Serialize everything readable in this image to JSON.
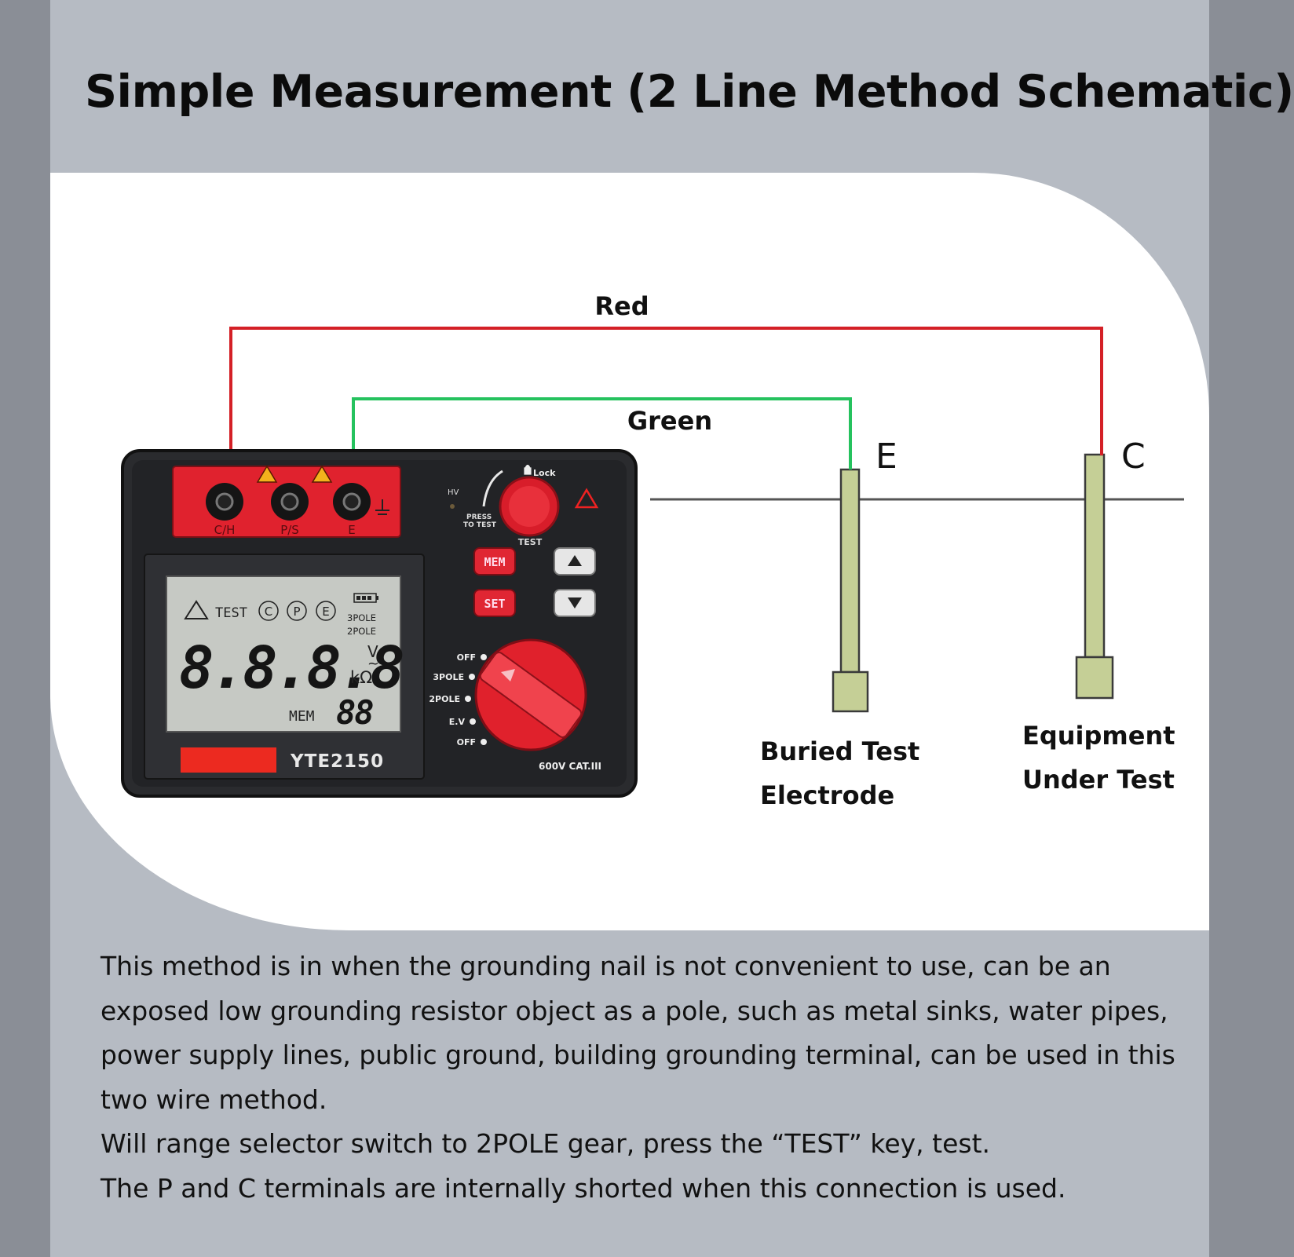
{
  "title": "Simple Measurement (2 Line Method Schematic)",
  "wires": {
    "red_label": "Red",
    "green_label": "Green",
    "red_color": "#d42026",
    "green_color": "#25c25e"
  },
  "electrodes": {
    "e_letter": "E",
    "c_letter": "C",
    "e_caption_line1": "Buried Test",
    "e_caption_line2": "Electrode",
    "c_caption_line1": "Equipment",
    "c_caption_line2": "Under Test",
    "rod_color": "#c5cf96"
  },
  "device": {
    "model": "YTE2150",
    "terminals": [
      "C/H",
      "P/S",
      "E"
    ],
    "hv_label": "HV",
    "lock_label": "Lock",
    "press_to_test_line1": "PRESS",
    "press_to_test_line2": "TO TEST",
    "test_label": "TEST",
    "mem_button": "MEM",
    "set_button": "SET",
    "dial_positions": [
      "OFF",
      "3POLE",
      "2POLE",
      "E.V",
      "OFF"
    ],
    "rating": "600V CAT.III",
    "accent_color": "#e0222e",
    "lcd": {
      "test_label": "TEST",
      "c_symbol": "C",
      "p_symbol": "P",
      "e_symbol": "E",
      "pole3": "3POLE",
      "pole2": "2POLE",
      "digits": "8.8.8.8",
      "unit_v": "V",
      "unit_ac": "~",
      "unit_kohm": "kΩ",
      "mem_label": "MEM",
      "mem_digits": "88"
    }
  },
  "description": [
    "This method is in when the grounding nail is not convenient to use, can be an exposed low grounding resistor object as a pole, such as metal sinks, water pipes, power supply lines, public ground, building grounding terminal, can be used in this two wire method.",
    "Will range selector switch to 2POLE gear, press the “TEST” key, test.",
    "The P and C terminals are internally shorted when this connection is used."
  ]
}
